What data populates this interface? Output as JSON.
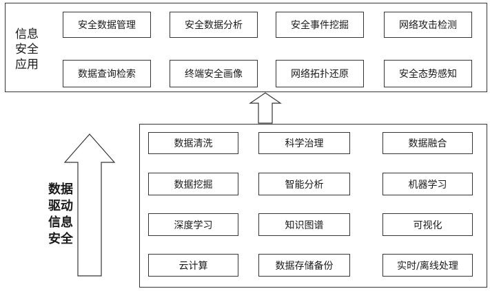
{
  "top_panel": {
    "label": "信息\n安全\n应用",
    "items": [
      "安全数据管理",
      "安全数据分析",
      "安全事件挖掘",
      "网络攻击检测",
      "数据查询检索",
      "终端安全画像",
      "网络拓扑还原",
      "安全态势感知"
    ]
  },
  "side_label": "数据\n驱动\n信息\n安全",
  "bottom_panel": {
    "items": [
      "数据清洗",
      "科学治理",
      "数据融合",
      "数据挖掘",
      "智能分析",
      "机器学习",
      "深度学习",
      "知识图谱",
      "可视化",
      "云计算",
      "数据存储备份",
      "实时/离线处理"
    ]
  }
}
